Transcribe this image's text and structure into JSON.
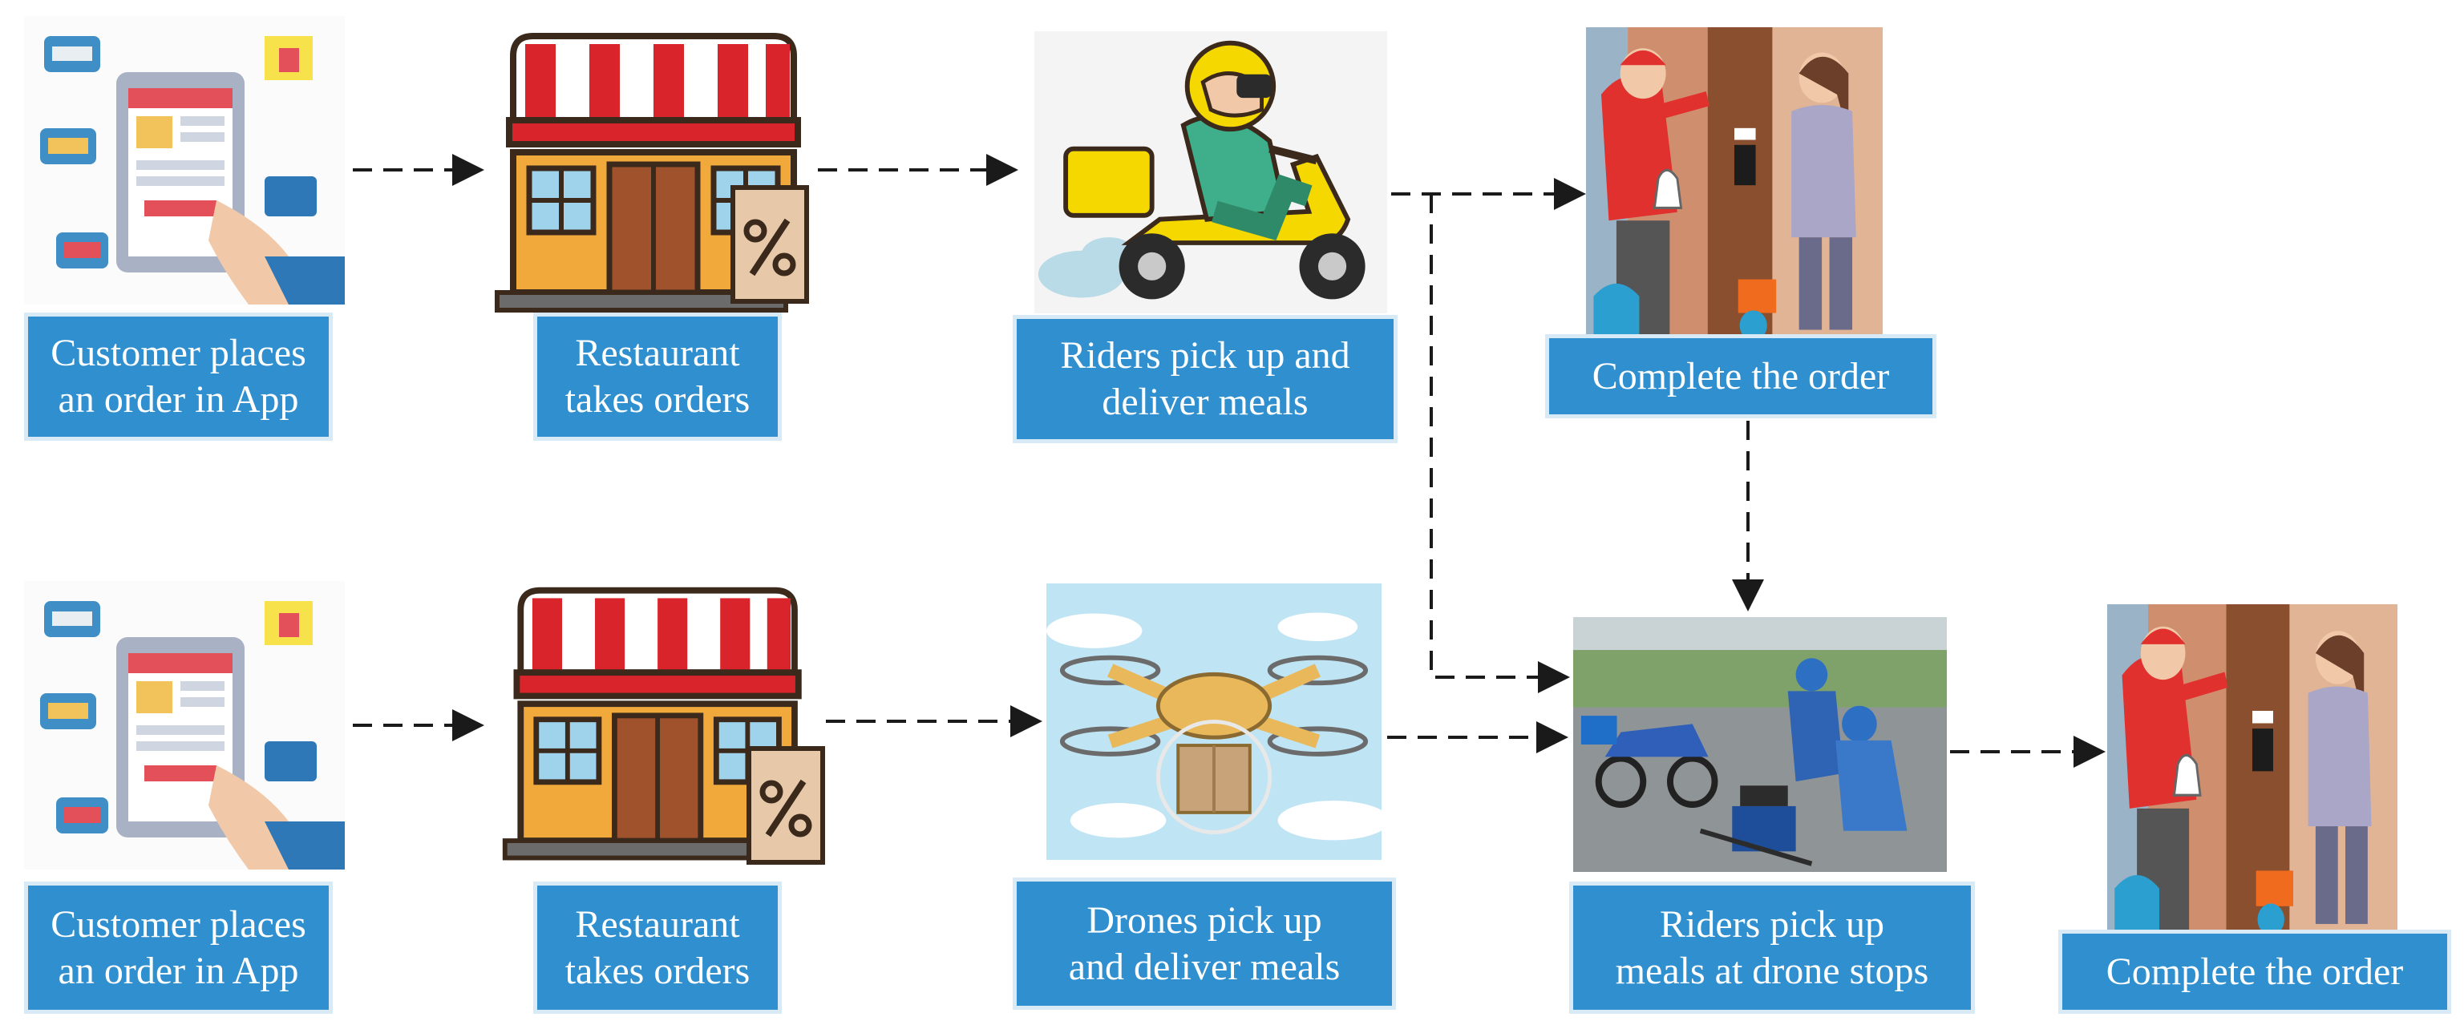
{
  "row1": {
    "customer": "Customer places\nan order in App",
    "restaurant": "Restaurant\ntakes orders",
    "riders": "Riders pick up and\ndeliver meals",
    "complete": "Complete the order"
  },
  "row2": {
    "customer": "Customer places\nan order in App",
    "restaurant": "Restaurant\ntakes orders",
    "drones": "Drones pick up\nand deliver meals",
    "riders_stop": "Riders pick up\nmeals at drone stops",
    "complete": "Complete the order"
  },
  "icons": [
    "phone-app-icon",
    "storefront-icon",
    "percent-sign-icon",
    "scooter-rider-icon",
    "door-delivery-icon",
    "drone-icon",
    "drone-stop-photo"
  ],
  "colors": {
    "label_bg": "#2f8fcf",
    "arrow": "#1a1a1a",
    "awning_red": "#d9242b",
    "store_orange": "#f2a93b",
    "scooter_yellow": "#f5d800"
  }
}
